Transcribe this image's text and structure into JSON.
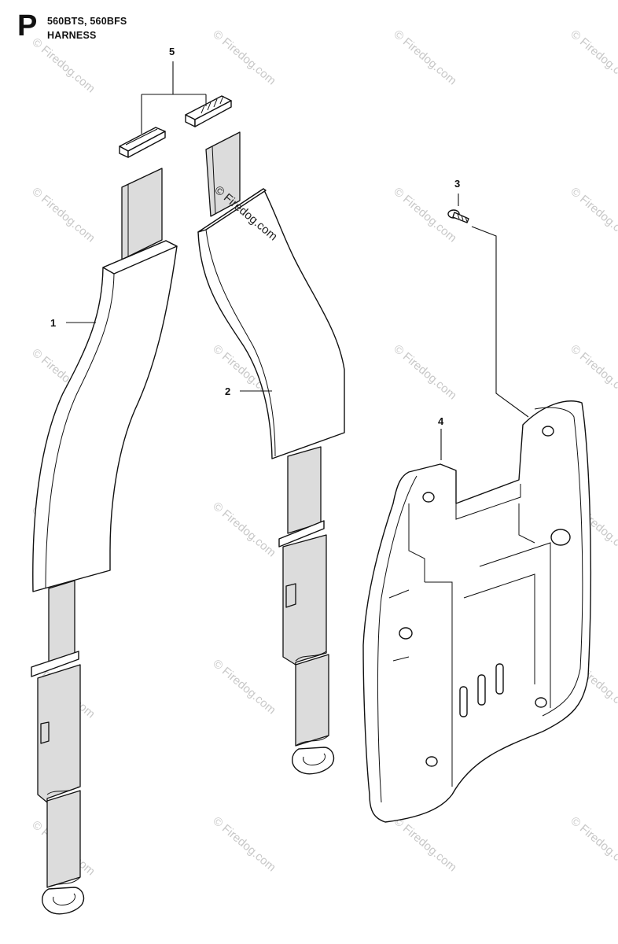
{
  "header": {
    "letter": "P",
    "models": "560BTS, 560BFS",
    "title": "HARNESS"
  },
  "callouts": {
    "c1": "1",
    "c2": "2",
    "c3": "3",
    "c4": "4",
    "c5": "5"
  },
  "watermark": {
    "text": "© Firedog.com"
  },
  "colors": {
    "line": "#111111",
    "strap_fill": "#dcdcdc",
    "watermark": "#c8c8c8"
  }
}
